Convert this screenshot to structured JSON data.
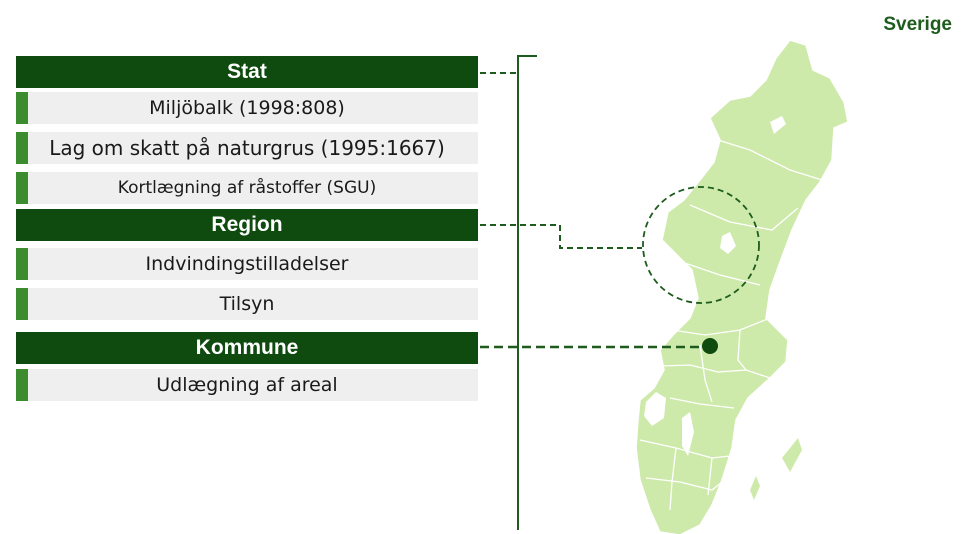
{
  "country": "Sverige",
  "sections": [
    {
      "header": "Stat",
      "items": [
        "Miljöbalk (1998:808)",
        "Lag om skatt på naturgrus (1995:1667)",
        "Kortlægning af råstoffer (SGU)"
      ]
    },
    {
      "header": "Region",
      "items": [
        "Indvindingstilladelser",
        "Tilsyn"
      ]
    },
    {
      "header": "Kommune",
      "items": [
        "Udlægning af areal"
      ]
    }
  ],
  "colors": {
    "header_bg": "#0f4a0f",
    "accent": "#3d8b2f",
    "item_bg": "#efefef",
    "map_fill": "#cdeaaa",
    "line": "#1e5c1e"
  }
}
